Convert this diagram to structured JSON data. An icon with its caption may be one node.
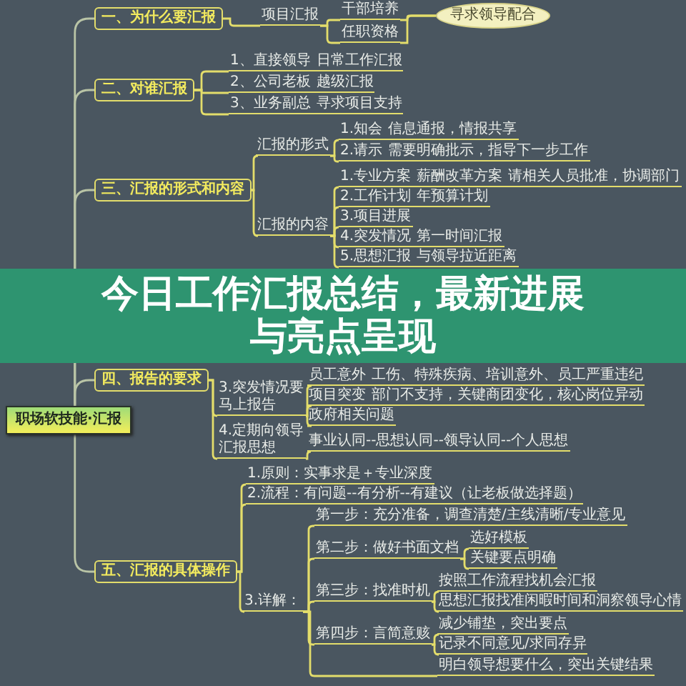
{
  "diagram": {
    "title": "今日工作汇报总结，最新进展与亮点呈现",
    "nodes": [
      {
        "text": [
          "职场软技能·汇报"
        ]
      },
      {
        "text": [
          "一、为什么要汇报"
        ]
      },
      {
        "text": [
          "项目汇报"
        ]
      },
      {
        "text": [
          "干部培养"
        ]
      },
      {
        "text": [
          "任职资格"
        ]
      },
      {
        "text": [
          "寻求领导配合"
        ]
      },
      {
        "text": [
          "二、对谁汇报"
        ]
      },
      {
        "text": [
          "1、直接领导",
          "日常工作汇报"
        ]
      },
      {
        "text": [
          "2、公司老板",
          "越级汇报"
        ]
      },
      {
        "text": [
          "3、业务副总",
          "寻求项目支持"
        ]
      },
      {
        "text": [
          "三、汇报的形式和内容"
        ]
      },
      {
        "text": [
          "汇报的形式"
        ]
      },
      {
        "text": [
          "1.知会",
          "信息通报，情报共享"
        ]
      },
      {
        "text": [
          "2.请示",
          "需要明确批示，指导下一步工作"
        ]
      },
      {
        "text": [
          "汇报的内容"
        ]
      },
      {
        "text": [
          "1.专业方案",
          "薪酬改革方案",
          "请相关人员批准，协调部门"
        ]
      },
      {
        "text": [
          "2.工作计划",
          "年预算计划"
        ]
      },
      {
        "text": [
          "3.项目进展"
        ]
      },
      {
        "text": [
          "4.突发情况",
          "第一时间汇报"
        ]
      },
      {
        "text": [
          "5.思想汇报",
          "与领导拉近距离"
        ]
      },
      {
        "text": [
          "四、报告的要求"
        ]
      },
      {
        "text": [
          "3.突发情况要马上报告"
        ]
      },
      {
        "text": [
          "员工意外",
          "工伤、特殊疾病、培训意外、员工严重违纪"
        ]
      },
      {
        "text": [
          "项目突变",
          "部门不支持，关键商团变化，核心岗位异动"
        ]
      },
      {
        "text": [
          "政府相关问题"
        ]
      },
      {
        "text": [
          "4.定期向领导汇报思想"
        ]
      },
      {
        "text": [
          "事业认同--思想认同--领导认同--个人思想"
        ]
      },
      {
        "text": [
          "五、汇报的具体操作"
        ]
      },
      {
        "text": [
          "1.原则：实事求是＋专业深度"
        ]
      },
      {
        "text": [
          "2.流程：有问题--有分析--有建议（让老板做选择题）"
        ]
      },
      {
        "text": [
          "3.详解："
        ]
      },
      {
        "text": [
          "第一步：充分准备，调查清楚/主线清晰/专业意见"
        ]
      },
      {
        "text": [
          "第二步：做好书面文档"
        ]
      },
      {
        "text": [
          "选好模板"
        ]
      },
      {
        "text": [
          "关键要点明确"
        ]
      },
      {
        "text": [
          "第三步：找准时机"
        ]
      },
      {
        "text": [
          "按照工作流程找机会汇报"
        ]
      },
      {
        "text": [
          "思想汇报找准闲暇时间和洞察领导心情"
        ]
      },
      {
        "text": [
          "第四步：言简意赅"
        ]
      },
      {
        "text": [
          "减少铺垫，突出要点"
        ]
      },
      {
        "text": [
          "记录不同意见/求同存异"
        ]
      },
      {
        "text": [
          "明白领导想要什么，突出关键结果"
        ]
      }
    ],
    "edges": [
      {
        "from": 0,
        "to": 1,
        "arrow": "none"
      },
      {
        "from": 1,
        "to": 2,
        "arrow": "none"
      },
      {
        "from": 2,
        "to": 3,
        "arrow": "none"
      },
      {
        "from": 2,
        "to": 4,
        "arrow": "none"
      },
      {
        "from": 3,
        "to": 5,
        "arrow": "none"
      },
      {
        "from": 4,
        "to": 5,
        "arrow": "none"
      },
      {
        "from": 0,
        "to": 6,
        "arrow": "none"
      },
      {
        "from": 6,
        "to": 7,
        "arrow": "none"
      },
      {
        "from": 6,
        "to": 8,
        "arrow": "none"
      },
      {
        "from": 6,
        "to": 9,
        "arrow": "none"
      },
      {
        "from": 0,
        "to": 10,
        "arrow": "none"
      },
      {
        "from": 10,
        "to": 11,
        "arrow": "none"
      },
      {
        "from": 11,
        "to": 12,
        "arrow": "none"
      },
      {
        "from": 11,
        "to": 13,
        "arrow": "none"
      },
      {
        "from": 10,
        "to": 14,
        "arrow": "none"
      },
      {
        "from": 14,
        "to": 15,
        "arrow": "none"
      },
      {
        "from": 14,
        "to": 16,
        "arrow": "none"
      },
      {
        "from": 14,
        "to": 17,
        "arrow": "none"
      },
      {
        "from": 14,
        "to": 18,
        "arrow": "none"
      },
      {
        "from": 14,
        "to": 19,
        "arrow": "none"
      },
      {
        "from": 0,
        "to": 20,
        "arrow": "none"
      },
      {
        "from": 20,
        "to": 21,
        "arrow": "none"
      },
      {
        "from": 21,
        "to": 22,
        "arrow": "none"
      },
      {
        "from": 21,
        "to": 23,
        "arrow": "none"
      },
      {
        "from": 21,
        "to": 24,
        "arrow": "none"
      },
      {
        "from": 20,
        "to": 25,
        "arrow": "none"
      },
      {
        "from": 25,
        "to": 26,
        "arrow": "none"
      },
      {
        "from": 0,
        "to": 27,
        "arrow": "none"
      },
      {
        "from": 27,
        "to": 28,
        "arrow": "none"
      },
      {
        "from": 27,
        "to": 29,
        "arrow": "none"
      },
      {
        "from": 27,
        "to": 30,
        "arrow": "none"
      },
      {
        "from": 30,
        "to": 31,
        "arrow": "none"
      },
      {
        "from": 30,
        "to": 32,
        "arrow": "none"
      },
      {
        "from": 32,
        "to": 33,
        "arrow": "none"
      },
      {
        "from": 32,
        "to": 34,
        "arrow": "none"
      },
      {
        "from": 30,
        "to": 35,
        "arrow": "none"
      },
      {
        "from": 35,
        "to": 36,
        "arrow": "none"
      },
      {
        "from": 35,
        "to": 37,
        "arrow": "none"
      },
      {
        "from": 30,
        "to": 38,
        "arrow": "none"
      },
      {
        "from": 38,
        "to": 39,
        "arrow": "none"
      },
      {
        "from": 38,
        "to": 40,
        "arrow": "none"
      },
      {
        "from": 30,
        "to": 41,
        "arrow": "none"
      }
    ]
  }
}
